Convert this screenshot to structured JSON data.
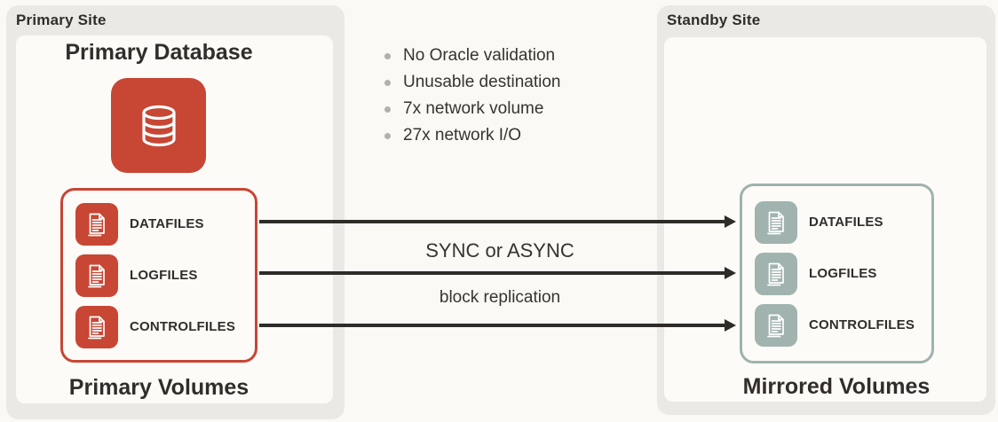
{
  "diagram": {
    "primary_site": {
      "label": "Primary Site",
      "database_title": "Primary Database",
      "volumes_title": "Primary Volumes",
      "volumes": [
        "DATAFILES",
        "LOGFILES",
        "CONTROLFILES"
      ]
    },
    "standby_site": {
      "label": "Standby Site",
      "volumes_title": "Mirrored Volumes",
      "volumes": [
        "DATAFILES",
        "LOGFILES",
        "CONTROLFILES"
      ]
    },
    "notes": [
      "No Oracle validation",
      "Unusable destination",
      "7x network volume",
      "27x network I/O"
    ],
    "replication": {
      "mode": "SYNC or ASYNC",
      "method": "block replication"
    },
    "icons": {
      "database": "database-icon",
      "file": "document-icon",
      "bullet": "bullet-dot",
      "arrow": "arrow-right"
    },
    "colors": {
      "primary_red": "#c74634",
      "standby_teal": "#a0b3af",
      "standby_border": "#9fb2ae",
      "panel_gray": "#ebe9e6",
      "card_white": "#fdfbf8",
      "page_background": "#fbf9f5",
      "text_dark": "#312d2a",
      "arrow_dark": "#2e2b28",
      "bullet_gray": "#b3afa9"
    }
  }
}
